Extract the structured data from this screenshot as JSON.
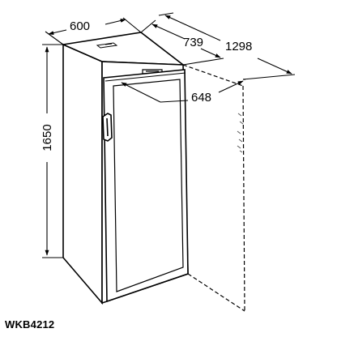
{
  "dimensions": {
    "width": "600",
    "depth": "739",
    "depth_open": "1298",
    "door_swing": "648",
    "height": "1650"
  },
  "model": "WKB4212"
}
